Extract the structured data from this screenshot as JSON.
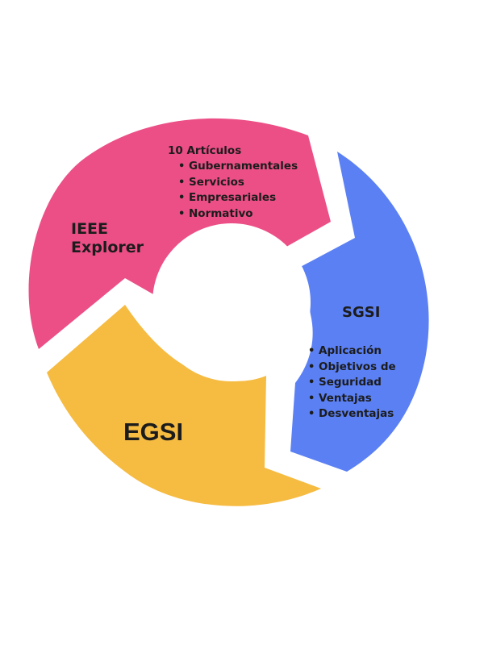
{
  "colors": {
    "pink": "#ec4f86",
    "blue": "#5b80f4",
    "yellow": "#f6bb41",
    "background": "#ffffff",
    "text": "#1c1c1c"
  },
  "segments": {
    "ieee": {
      "title_line1": "IEEE",
      "title_line2": "Explorer",
      "detail_heading": "10 Artículos",
      "items": [
        "Gubernamentales",
        "Servicios",
        "Empresariales",
        "Normativo"
      ]
    },
    "sgsi": {
      "title": "SGSI",
      "items": [
        "Aplicación",
        "Objetivos de",
        "Seguridad",
        "Ventajas",
        "Desventajas"
      ]
    },
    "egsi": {
      "title": "EGSI"
    }
  }
}
